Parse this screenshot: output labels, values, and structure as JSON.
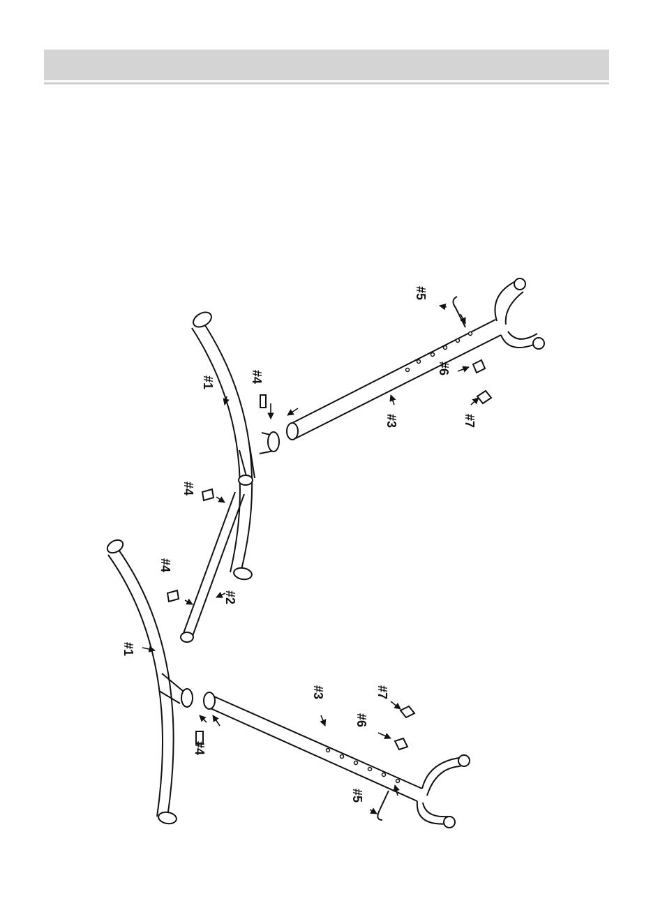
{
  "labels": {
    "part1_top": "#1",
    "part1_bottom": "#1",
    "part2": "#2",
    "part3_top": "#3",
    "part3_bottom": "#3",
    "part4_a": "#4",
    "part4_b": "#4",
    "part4_c": "#4",
    "part4_d": "#4",
    "part5_top": "#5",
    "part5_bottom": "#5",
    "part6_top": "#6",
    "part6_bottom": "#6",
    "part7_top": "#7",
    "part7_bottom": "#7"
  }
}
